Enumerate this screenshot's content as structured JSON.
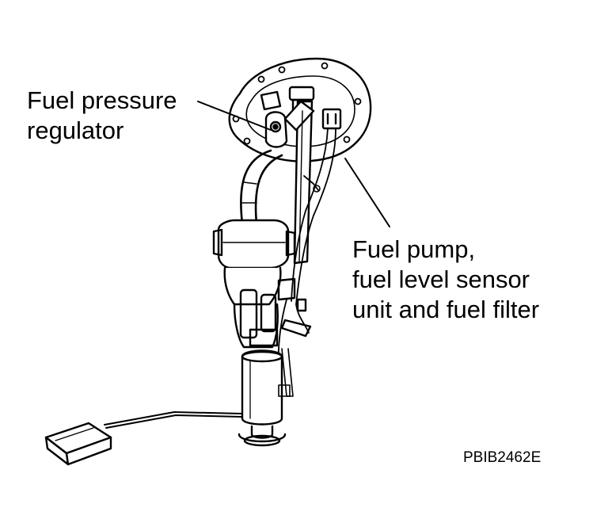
{
  "labels": {
    "regulator": {
      "lines": [
        "Fuel pressure",
        "regulator"
      ]
    },
    "pump_assembly": {
      "lines": [
        "Fuel pump,",
        "fuel level sensor",
        "unit and fuel filter"
      ]
    }
  },
  "figure_id": "PBIB2462E"
}
